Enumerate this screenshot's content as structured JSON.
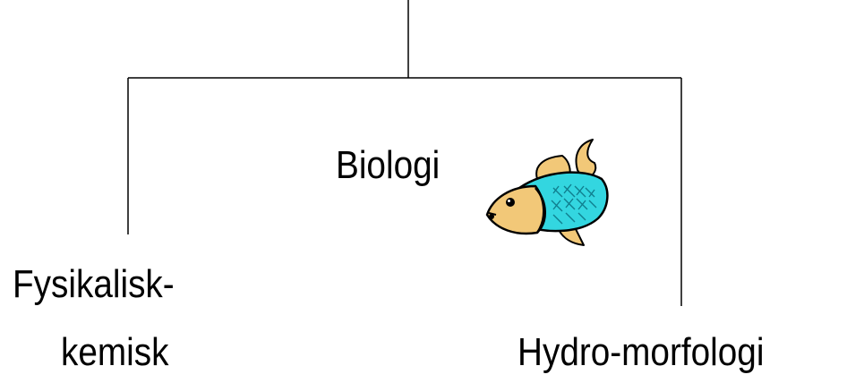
{
  "diagram": {
    "nodes": {
      "biologi": "Biologi",
      "fysikalisk_line1": "Fysikalisk-",
      "fysikalisk_line2": "kemisk",
      "hydro": "Hydro-morfologi"
    },
    "icons": {
      "fish": "fish-icon"
    },
    "colors": {
      "line": "#000000",
      "text": "#000000",
      "fish_body": "#33d6e0",
      "fish_head": "#f2c878",
      "fish_outline": "#000000"
    }
  }
}
